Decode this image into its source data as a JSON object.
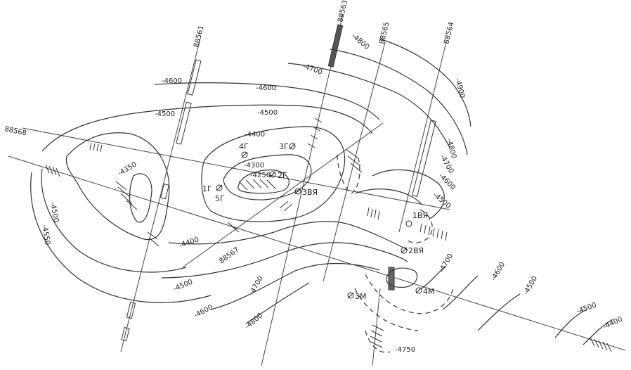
{
  "profile_lines": [
    {
      "id": "88568"
    },
    {
      "id": "88561"
    },
    {
      "id": "88563"
    },
    {
      "id": "88565"
    },
    {
      "id": "88564"
    },
    {
      "id": "88567"
    }
  ],
  "contour_labels": {
    "c4350": "-4350",
    "c4250": "-4250",
    "c4300": "-4300",
    "c4400_top": "-4400",
    "c4500_top": "-4500",
    "c4600_top": "-4600",
    "c4600_left": "-4600",
    "c4500_left": "-4500",
    "c4550_left": "-4550",
    "c4400_bot": "-4400",
    "c4500_bot": "-4500",
    "c4600_bot": "-4600",
    "c4700_bot": "-4700",
    "c4800_bot": "-4800",
    "c4700_mid": "-4700",
    "c4800_top": "-4800",
    "c4900_right": "-4900",
    "c4800_right": "-4800",
    "c4700_right": "-4700",
    "c4600_right": "-4600",
    "c4500_right": "-4500",
    "c4700_se": "-4700",
    "c4600_se": "-4600",
    "c4500_se": "-4500",
    "c4500_e": "-4500",
    "c4400_e": "-4400",
    "c4750_s": "-4750"
  },
  "wells": [
    {
      "name": "4Г"
    },
    {
      "name": "3Г"
    },
    {
      "name": "2Г"
    },
    {
      "name": "1Г"
    },
    {
      "name": "5Г"
    },
    {
      "name": "3ВЯ"
    },
    {
      "name": "1ВЯ"
    },
    {
      "name": "2ВЯ"
    },
    {
      "name": "3М"
    },
    {
      "name": "4М"
    }
  ]
}
